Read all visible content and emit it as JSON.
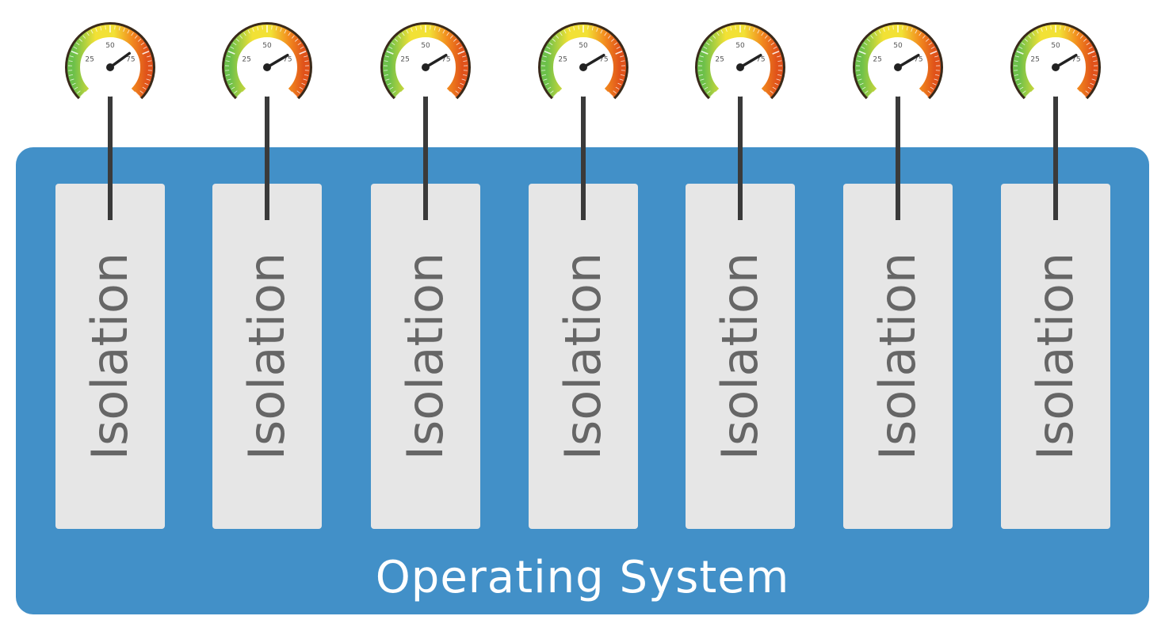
{
  "diagram": {
    "base_label": "Operating System",
    "isolation_label": "Isolation",
    "gauge_ticks": [
      "25",
      "50",
      "75"
    ],
    "gauges": [
      {
        "id": 1,
        "level": 70
      },
      {
        "id": 2,
        "level": 72
      },
      {
        "id": 3,
        "level": 72
      },
      {
        "id": 4,
        "level": 72
      },
      {
        "id": 5,
        "level": 72
      },
      {
        "id": 6,
        "level": 72
      },
      {
        "id": 7,
        "level": 72
      }
    ],
    "colors": {
      "panel": "#4290c8",
      "isolation_box": "#e6e6e6",
      "isolation_text": "#666666",
      "connector": "#3a3a3a",
      "gauge_green": "#6cc04a",
      "gauge_yellow": "#f2e135",
      "gauge_orange": "#f28a1e",
      "gauge_red": "#e0521a"
    }
  }
}
